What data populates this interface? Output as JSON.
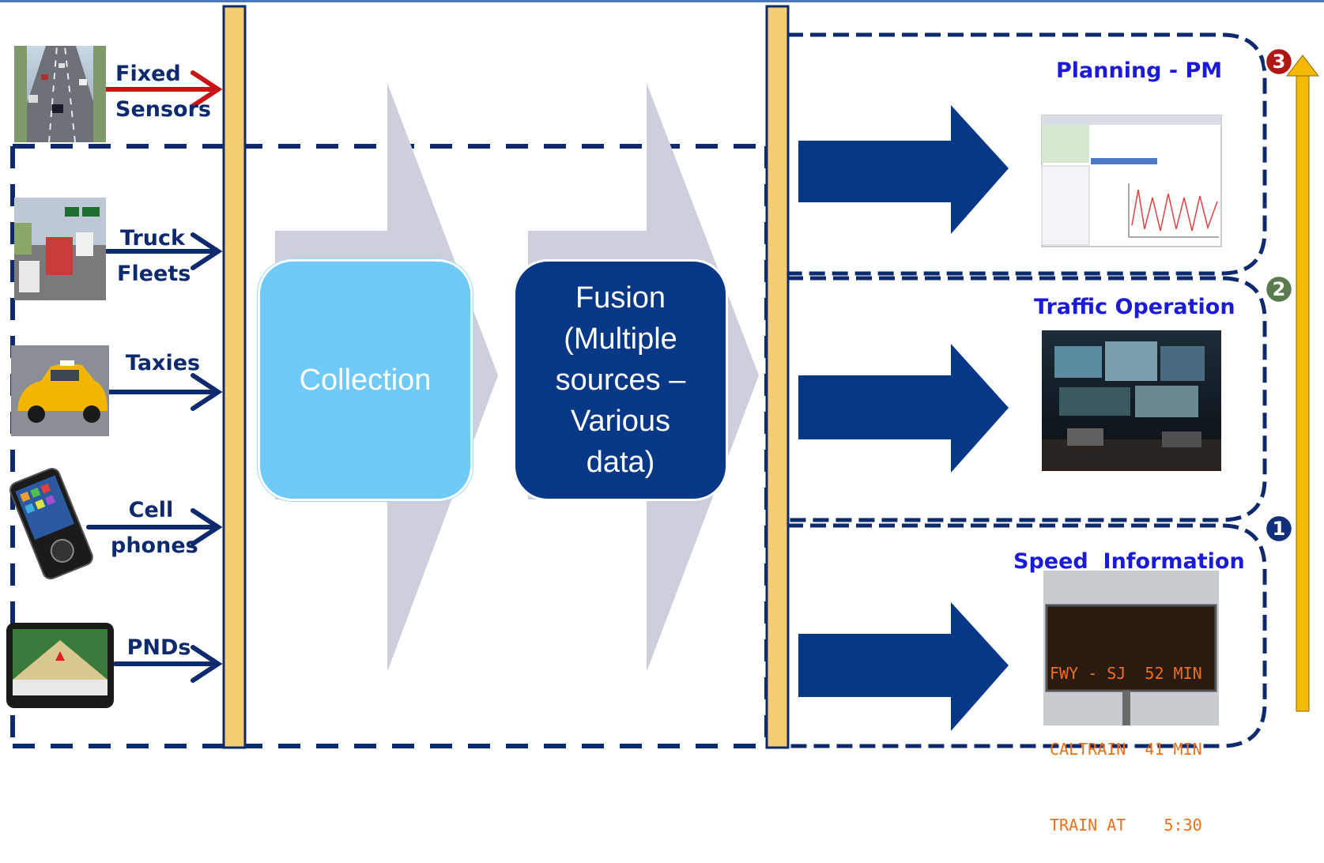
{
  "sources": [
    {
      "line1": "Fixed",
      "line2": "Sensors",
      "photo": "highway-traffic-photo"
    },
    {
      "line1": "Truck",
      "line2": "Fleets",
      "photo": "truck-traffic-photo"
    },
    {
      "line1": "Taxies",
      "line2": "",
      "photo": "taxi-photo"
    },
    {
      "line1": "Cell",
      "line2": "phones",
      "photo": "cell-phone-photo"
    },
    {
      "line1": "PNDs",
      "line2": "",
      "photo": "gps-navigation-device-photo"
    }
  ],
  "process": {
    "collection": "Collection",
    "fusion": [
      "Fusion",
      "(Multiple",
      "sources –",
      "Various",
      "data)"
    ]
  },
  "outputs": [
    {
      "title": "Planning - PM",
      "badge": "3",
      "image": "performance-chart-screenshot"
    },
    {
      "title": "Traffic Operation",
      "badge": "2",
      "image": "traffic-control-room-photo"
    },
    {
      "title": "Speed  Information",
      "badge": "1",
      "image": "message-sign-photo",
      "sign": [
        "FWY - SJ  52 MIN",
        "CALTRAIN  41 MIN",
        "TRAIN AT    5:30"
      ]
    }
  ],
  "colors": {
    "navy": "#0d2a6e",
    "dark_box": "#073888",
    "light_box": "#6fcaf8",
    "gold_bar": "#f6cc72",
    "red_arrow": "#c81414",
    "output_title": "#1a1ad8",
    "badge_red": "#b01818",
    "badge_green": "#5a7a50",
    "badge_blue": "#12307a",
    "chevron": "#cdd0dc",
    "orange_arrow": "#f4b800"
  }
}
